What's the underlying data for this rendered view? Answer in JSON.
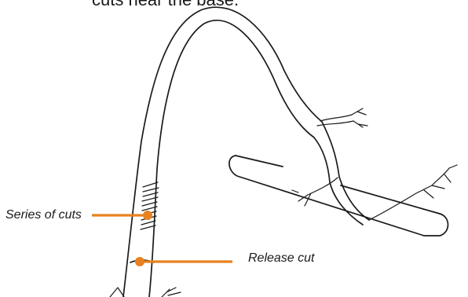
{
  "caption": "cuts near the base.",
  "labels": {
    "series_of_cuts": "Series of cuts",
    "release_cut": "Release cut"
  },
  "colors": {
    "leader_lines": "#e8811f",
    "line_art": "#1a1a1a",
    "background": "#ffffff"
  }
}
